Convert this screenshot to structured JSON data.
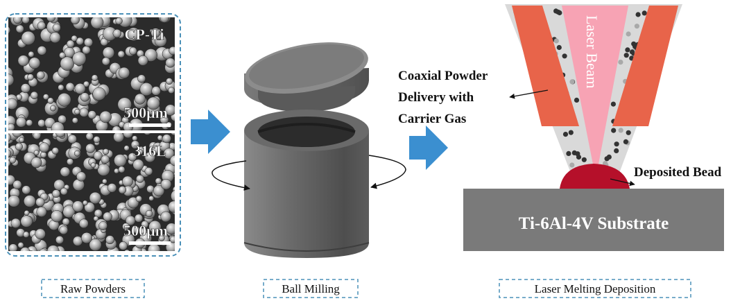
{
  "colors": {
    "frame_dash": "#4a90b8",
    "arrow_blue": "#3b8fd0",
    "cylinder": "#6e6e6e",
    "nozzle_orange": "#e8644a",
    "powder_channel": "#d9d9d9",
    "laser_pink": "#f7a3b4",
    "bead_red": "#b5102a",
    "substrate_gray": "#7a7a7a"
  },
  "panels": {
    "raw_powders": {
      "caption": "Raw Powders",
      "top_micrograph": {
        "material": "CP-Ti",
        "scale_bar": "500μm"
      },
      "bottom_micrograph": {
        "material": "316L",
        "scale_bar": "500μm"
      }
    },
    "ball_milling": {
      "caption": "Ball Milling"
    },
    "laser_deposition": {
      "caption": "Laser Melting Deposition",
      "laser_label": "Laser Beam",
      "powder_label_lines": [
        "Coaxial Powder",
        "Delivery with",
        "Carrier Gas"
      ],
      "bead_label": "Deposited Bead",
      "substrate_label": "Ti-6Al-4V Substrate"
    }
  },
  "icons": {
    "process_arrow": "right-arrow-icon",
    "rotation": "rotation-arrow-icon"
  }
}
